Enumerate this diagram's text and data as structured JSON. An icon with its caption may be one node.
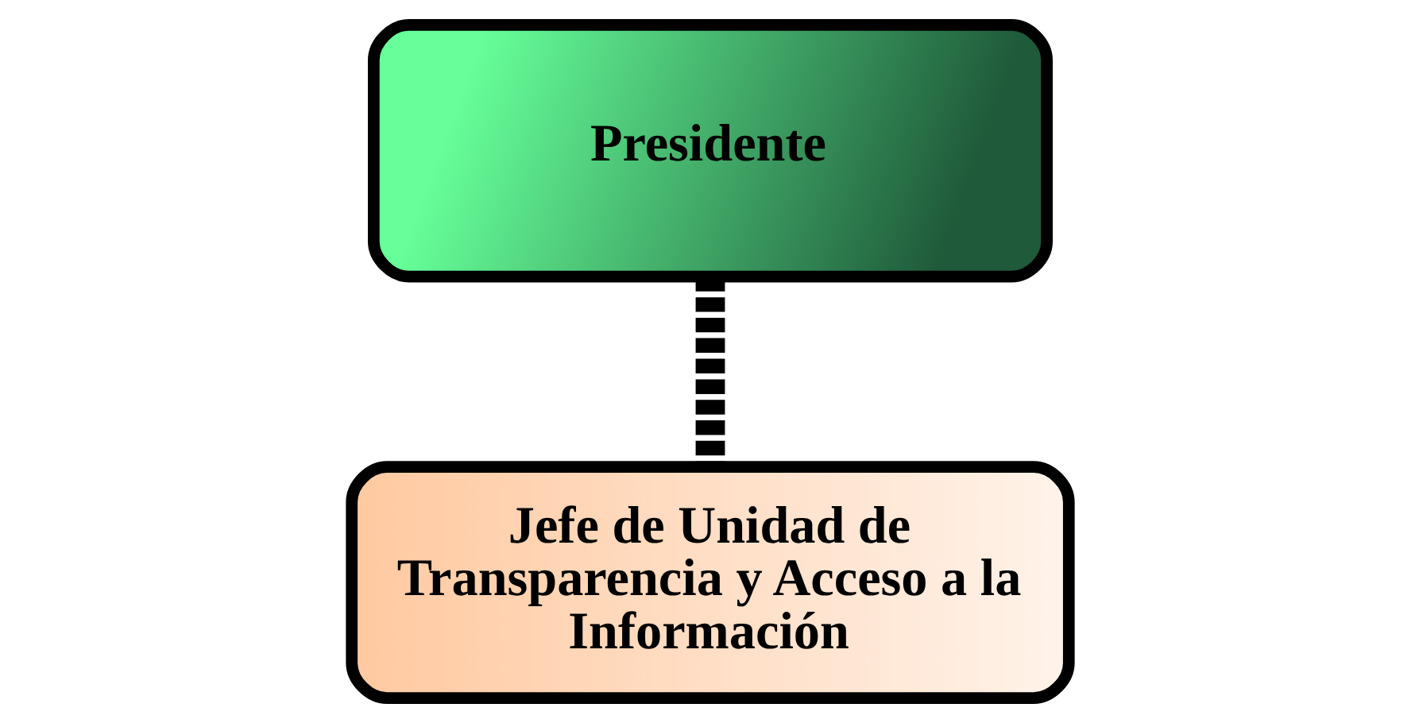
{
  "diagram": {
    "nodes": [
      {
        "text": [
          "Presidente"
        ]
      },
      {
        "text": [
          "Jefe de Unidad de Transparencia y Acceso a la Información"
        ]
      }
    ],
    "edges": [
      {
        "from": 0,
        "to": 1,
        "arrow": "none",
        "style": "dashed"
      }
    ]
  }
}
